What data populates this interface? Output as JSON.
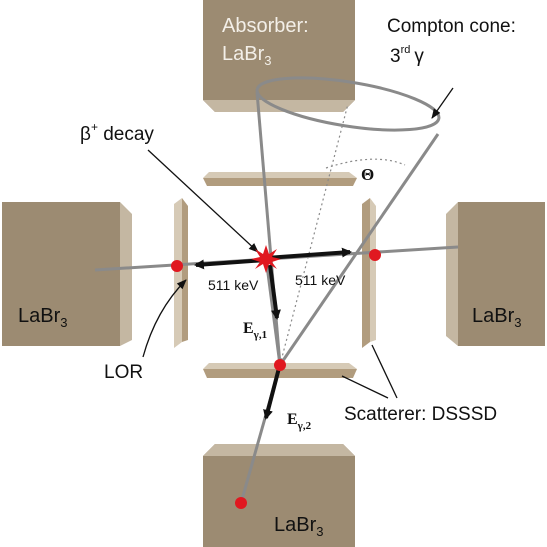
{
  "labels": {
    "absorber_top_line1": "Absorber:",
    "absorber_top_line2": "LaBr",
    "absorber_top_sub": "3",
    "compton_line1": "Compton cone:",
    "compton_line2_base": "3",
    "compton_line2_sup": "rd",
    "compton_line2_gamma": "γ",
    "beta_base": "β",
    "beta_sup": "+",
    "beta_text": " decay",
    "theta": "Θ",
    "kev_left": "511 keV",
    "kev_right": "511 keV",
    "labr_left": "LaBr",
    "labr_left_sub": "3",
    "labr_right": "LaBr",
    "labr_right_sub": "3",
    "labr_bottom": "LaBr",
    "labr_bottom_sub": "3",
    "e1_base": "E",
    "e1_sub": "γ,1",
    "e2_base": "E",
    "e2_sub": "γ,2",
    "lor": "LOR",
    "scatterer": "Scatterer: DSSSD"
  },
  "colors": {
    "absorber_face": "#9c8b72",
    "absorber_side": "#c4b7a2",
    "scatterer_face": "#b19c7e",
    "scatterer_light": "#d6cab6",
    "beam": "#8a8a8a",
    "arrow": "#111111",
    "hit": "#e01820",
    "source": "#e01820"
  },
  "icons": {
    "source": "starburst-icon",
    "hit": "dot-icon"
  }
}
